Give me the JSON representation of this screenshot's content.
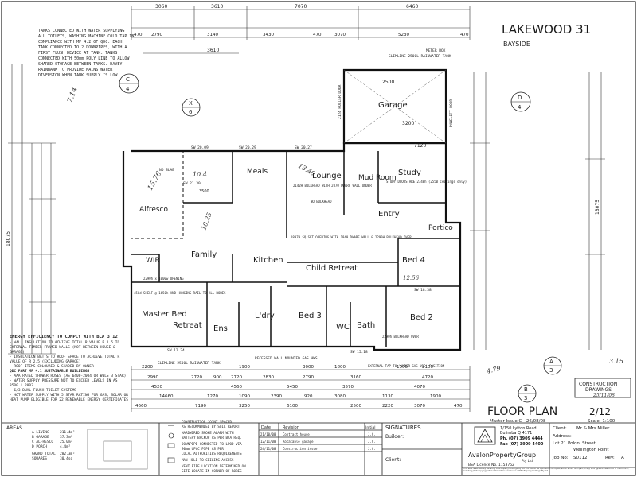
{
  "title_block": {
    "design_name": "LAKEWOOD 31",
    "facade": "BAYSIDE",
    "sheet_title": "FLOOR PLAN",
    "sheet_number": "2/12",
    "master_issue": "Master Issue C - 26/08/08",
    "scale": "Scale: 1:100"
  },
  "top_notes": [
    "TANKS CONNECTED WITH WATER SUPPLYING",
    "ALL TOILETS, WASHING MACHINE COLD TAP IN",
    "COMPLIANCE WITH MP 4.2 OF QDC. EACH",
    "TANK CONNECTED TO 2 DOWNPIPES, WITH A",
    "FIRST FLUSH DEVICE AT TANK. TANKS",
    "CONNECTED WITH 50mm POLY LINE TO ALLOW",
    "SHARED STORAGE BETWEEN TANKS. DAVEY",
    "RAINBANK TO PROVIDE MAINS WATER",
    "DIVERSION WHEN TANK SUPPLY IS LOW."
  ],
  "top_dims_row1": [
    "3060",
    "3610",
    "7070",
    "6460"
  ],
  "top_dims_row2": [
    "470",
    "2790",
    "3140",
    "3430",
    "470",
    "3070",
    "5230",
    "470"
  ],
  "top_dims_row3": [
    "3610"
  ],
  "rooms": {
    "garage": "Garage",
    "meals": "Meals",
    "lounge": "Lounge",
    "mud_room": "Mud Room",
    "study": "Study",
    "entry": "Entry",
    "portico": "Portico",
    "alfresco": "Alfresco",
    "wir": "WIR",
    "family": "Family",
    "kitchen": "Kitchen",
    "child_retreat": "Child Retreat",
    "bed4": "Bed 4",
    "master_bed": "Master Bed",
    "retreat": "Retreat",
    "ens": "Ens",
    "ldry": "L'dry",
    "bed3": "Bed 3",
    "wc": "WC",
    "bath": "Bath",
    "bed2": "Bed 2"
  },
  "plan_notes": {
    "slimline": "SLIMLINE 2500L RAINWATER TANK",
    "meter_box": "METER BOX",
    "roller_door": "2124 ROLLER DOOR",
    "panelift": "PANELIFT DOOR",
    "lounge_bulkhead": "2142H BULKHEAD WITH 2070 DWARF WALL UNDER",
    "no_bulkhead": "NO BULKHEAD",
    "study_doors": "STUDY DOORS ARE 2340h (2550 ceilings only)",
    "no_slab": "NO SLAB",
    "wir_opening": "2290h x 1000w OPENING",
    "kitchen_opening": "1807H SQ SET OPENING WITH 1840 DWARF WALL & 2290H BULKHEAD OVER",
    "bed_bulkhead": "2290h BULKHEAD OVER",
    "shelf": "450d SHELF @ 1650h AND HANGING RAIL TO ALL ROBES",
    "bottom_slimline": "SLIMLINE 2500L RAINWATER TANK",
    "recessed_wall": "RECESSED WALL MOUNTED GAS HWS",
    "external_tap": "EXTERNAL TAP TO 'UNDER GAS USE' POSITION",
    "garage_dim": "7120",
    "garage_dim2": "2500",
    "garage_dim3": "3200",
    "alfresco_dim": "3500",
    "overall_height": "18075",
    "sw_labels": [
      "SW 20.09",
      "SW 20.27",
      "SW 20.29",
      "SW 21.30",
      "SW 18.38",
      "SW 15.18",
      "SW 12.24"
    ]
  },
  "energy_notes": [
    "ENERGY EFFICIENCY TO COMPLY WITH BCA 3.12",
    "- WALL INSULATION TO ACHIEVE TOTAL R VALUE R 1.5 TO",
    "EXTERNAL TIMBER FRAMED WALLS (NOT BETWEEN HOUSE &",
    "GARAGE)",
    "- INSULATION BATTS TO ROOF SPACE TO ACHIEVE TOTAL R",
    "VALUE OF R 2.5 (EXCLUDING GARAGE)",
    "- ROOF ITEMS COLOURED & SHADED BY OWNER",
    "QDC PART MP 4.1 SUSTAINABLE BUILDINGS",
    "- AAA RATED SHOWER ROSES (AS 6400-2004 OR WELS 3 STAR)",
    "- WATER SUPPLY PRESSURE NOT TO EXCEED LEVELS IN AS",
    "3500.1 2003",
    "- 6/3 DUAL FLUSH TOILET SYSTEMS",
    "- HOT WATER SUPPLY WITH 5 STAR RATING FOR GAS, SOLAR OR",
    "HEAT PUMP ELIGIBLE FOR 22 RENEWABLE ENERGY CERTIFICATES"
  ],
  "bottom_dims_row1": [
    "2200",
    "1900",
    "3000",
    "1800",
    "1500",
    "2100"
  ],
  "bottom_dims_row2": [
    "2990",
    "2720",
    "900",
    "2720",
    "2830",
    "2790",
    "3160",
    "4720"
  ],
  "bottom_dims_row3": [
    "4520",
    "4560",
    "5450",
    "3570",
    "4070"
  ],
  "bottom_dims_row4": [
    "14660",
    "1270",
    "1090",
    "2390",
    "920",
    "3080",
    "1130",
    "1900"
  ],
  "bottom_dims_row5": [
    "4660",
    "7190",
    "3250",
    "6100",
    "2500",
    "2220",
    "3070",
    "470"
  ],
  "areas": {
    "heading": "AREAS",
    "rows": [
      {
        "label": "A LIVING",
        "value": "211.4m²"
      },
      {
        "label": "B GARAGE",
        "value": "37.3m²"
      },
      {
        "label": "C ALFRESCO",
        "value": "25.0m²"
      },
      {
        "label": "D PORCH",
        "value": "4.4m²"
      }
    ],
    "total_label": "GRAND TOTAL",
    "total_value": "282.3m²",
    "squares_label": "SQUARES",
    "squares_value": "30.4sq"
  },
  "construction_notes": [
    "CONSTRUCTION JOINT SPACED",
    "AS RECOMMENDED BY SOIL REPORT",
    "HARDWIRED SMOKE ALARM WITH",
    "BATTERY BACKUP AS PER BCA REQ.",
    "DOWNPIPE CONNECTED TO LPOD VIA",
    "90mm UPVC PIPE AS PER",
    "LOCAL AUTHORITIES REQUIREMENTS",
    "MAN HOLE TO CEILING ACCESS",
    "VENT PIPE LOCATION DETERMINED ON",
    "SITE LOCATE IN CORNER OF ROBES"
  ],
  "revisions": {
    "headers": [
      "Date",
      "Revision",
      "Initial"
    ],
    "rows": [
      {
        "date": "21/10/08",
        "text": "Contract house",
        "initial": "J.C."
      },
      {
        "date": "12/11/08",
        "text": "Rotatable garage",
        "initial": "J.C."
      },
      {
        "date": "24/11/08",
        "text": "Construction issue",
        "initial": "J.C."
      }
    ]
  },
  "signatures": {
    "heading": "SIGNATURES",
    "builder": "Builder:",
    "client": "Client:"
  },
  "company": {
    "address1": "1/150 Lytton Road",
    "address2": "Bulimba Q 4171",
    "phone": "Ph. (07) 3909 4444",
    "fax": "Fax (07) 3909 4400",
    "name": "AvalonPropertyGroup",
    "pty": "Pty Ltd",
    "bsa": "BSA Licence No. 1153752"
  },
  "client_info": {
    "client_label": "Client:",
    "client_value": "Mr & Mrs Miller",
    "address_label": "Address:",
    "address_line1": "Lot 21 Poloni Street",
    "address_line2": "Wellington Point",
    "job_label": "Job No:",
    "job_value": "S0112",
    "rev_label": "Rev:",
    "rev_value": "A"
  },
  "construction_stamp": {
    "line1": "CONSTRUCTION",
    "line2": "DRAWINGS",
    "date": "25/11/08"
  },
  "copyright": "This work is exclusively owned by RSS Property Holdings Pty Ltd and cannot be reproduced or copied, either wholly or in part, in any form (graphic, electronic or mechanical, including photocopying) without the written permission of RSS Property Holdings Pty Ltd.",
  "section_markers": [
    {
      "letter": "C",
      "num": "4"
    },
    {
      "letter": "X",
      "num": "6"
    },
    {
      "letter": "D",
      "num": "4"
    },
    {
      "letter": "A",
      "num": "3"
    },
    {
      "letter": "B",
      "num": "3"
    }
  ],
  "handwriting": {
    "h1": "7.14",
    "h2": "15.76",
    "h3": "10.4",
    "h4": "13.40",
    "h5": "10.25",
    "h6": "12.56",
    "h7": "4.79",
    "h8": "3.15"
  }
}
